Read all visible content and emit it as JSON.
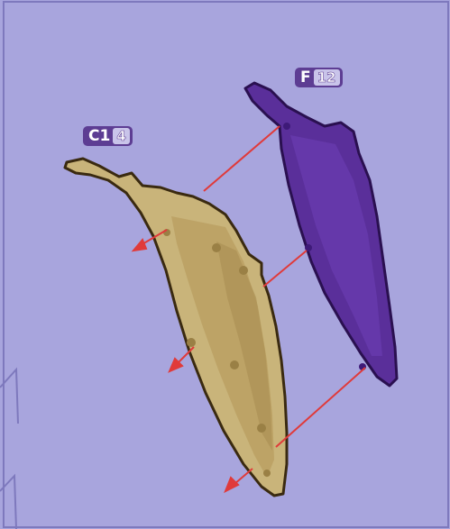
{
  "parts": [
    {
      "letter": "C1",
      "count": "4",
      "color": "#c9b47a"
    },
    {
      "letter": "F",
      "count": "12",
      "color": "#5a2f9a"
    }
  ],
  "colors": {
    "background": "#a8a5dd",
    "badge": "#5d3d93",
    "arrow": "#e03a3a"
  }
}
